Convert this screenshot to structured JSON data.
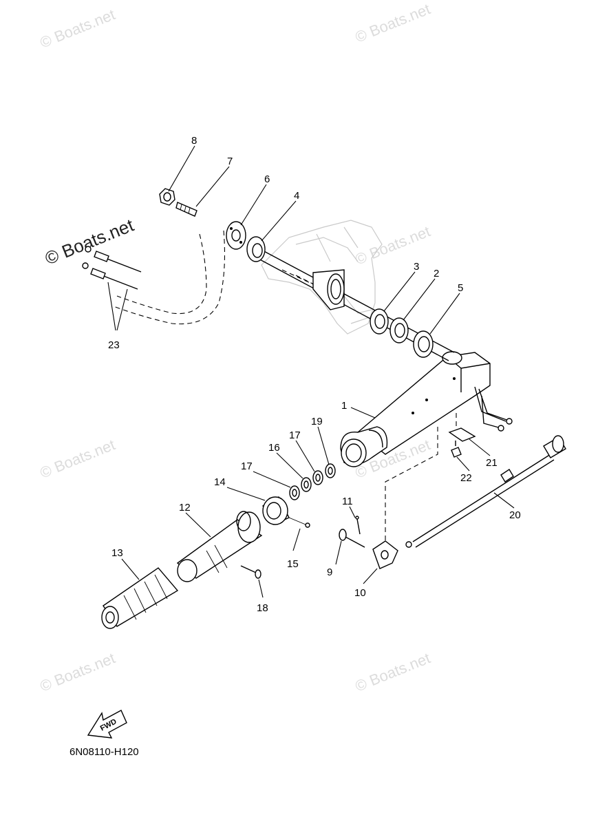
{
  "watermark": "© Boats.net",
  "part_callouts": [
    "1",
    "2",
    "3",
    "4",
    "5",
    "6",
    "7",
    "8",
    "9",
    "10",
    "11",
    "12",
    "13",
    "14",
    "15",
    "16",
    "17",
    "17",
    "18",
    "19",
    "20",
    "21",
    "22",
    "23"
  ],
  "fwd_label": "FWD",
  "diagram_code": "6N08110-H120",
  "colors": {
    "line": "#000000",
    "watermark": "#dcdcdc",
    "background": "#ffffff"
  }
}
